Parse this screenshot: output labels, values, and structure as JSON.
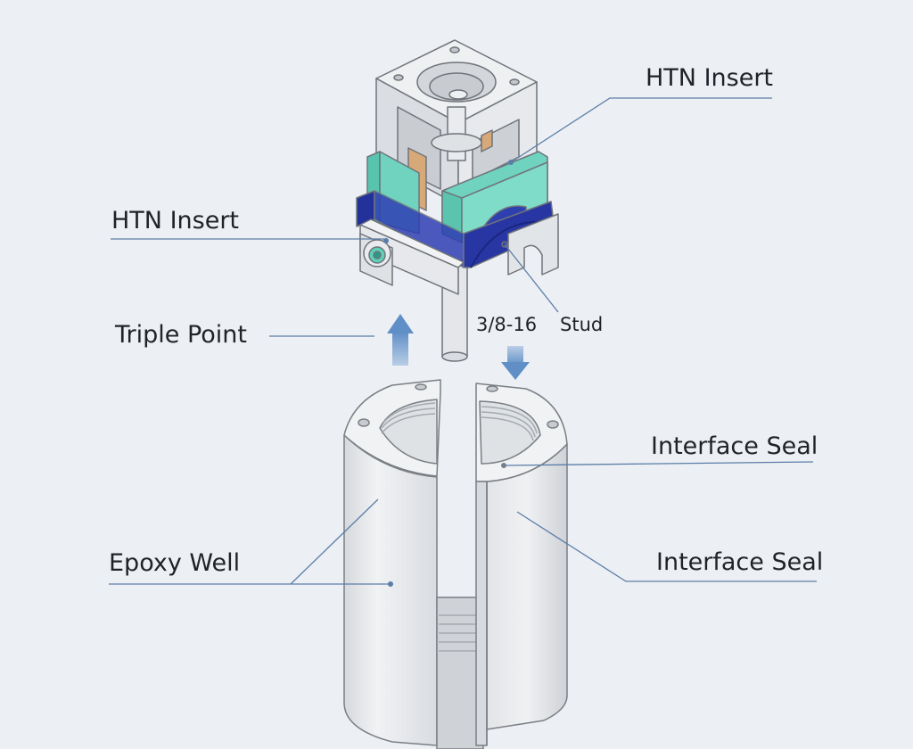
{
  "labels": {
    "htn_insert_top": "HTN Insert",
    "htn_insert_left": "HTN Insert",
    "triple_point": "Triple Point",
    "thread_spec": "3/8-16",
    "stud": "Stud",
    "interface_seal_upper": "Interface Seal",
    "interface_seal_lower": "Interface Seal",
    "epoxy_well": "Epoxy Well"
  },
  "colors": {
    "background": "#eceff3",
    "body": "#e6e8eb",
    "insert_teal": "#6fd3c0",
    "ring_blue": "#2836a3",
    "copper": "#d8a978",
    "leader": "#5b7ea8",
    "arrow": "#5f8fc6"
  }
}
